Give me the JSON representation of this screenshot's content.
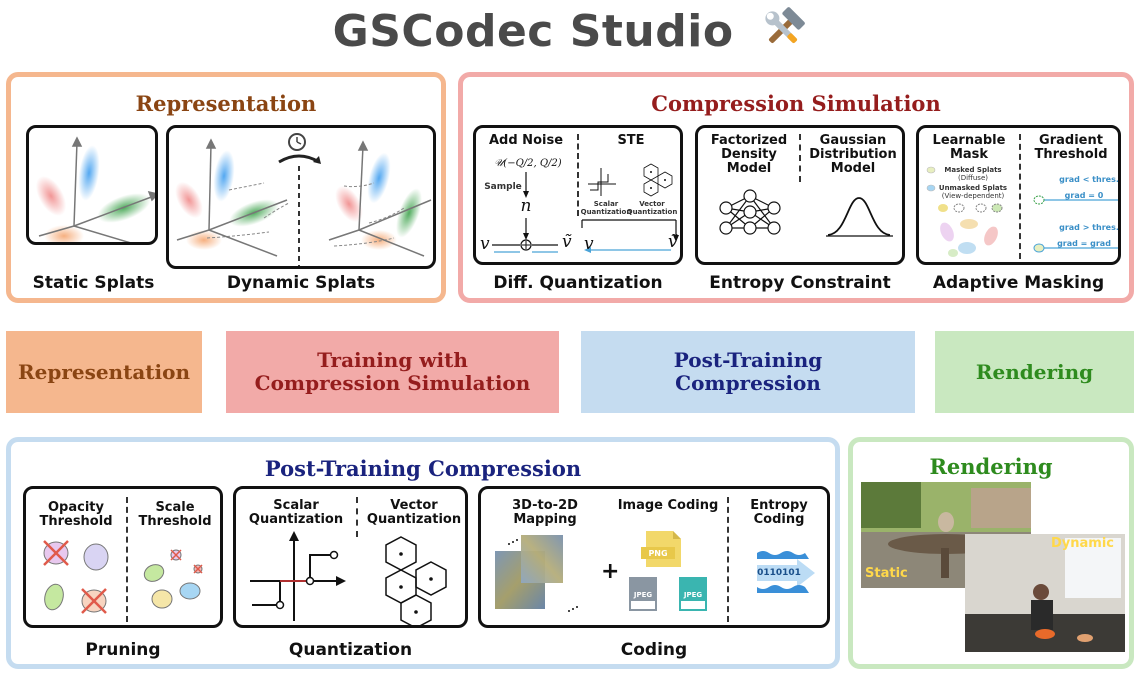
{
  "title": "GSCodec Studio",
  "title_icon": "hammer-wrench-icon",
  "colors": {
    "representation": "#f5b78e",
    "representation_text": "#8a4513",
    "compression": "#f2aaa8",
    "compression_text": "#951d1d",
    "posttraining": "#c5dcf0",
    "posttraining_text": "#1a237e",
    "rendering": "#c9e8c0",
    "rendering_text": "#2e8b1e"
  },
  "representation": {
    "title": "Representation",
    "static_caption": "Static Splats",
    "dynamic_caption": "Dynamic Splats"
  },
  "compression": {
    "title": "Compression Simulation",
    "diff_quant": {
      "add_noise": "Add Noise",
      "formula": "𝒰(−Q/2, Q/2)",
      "sample": "Sample",
      "n": "n",
      "ste": "STE",
      "scalar_q": "Scalar Quantization",
      "vector_q": "Vector Quantization",
      "caption": "Diff. Quantization"
    },
    "entropy": {
      "factorized": "Factorized Density Model",
      "gaussian": "Gaussian Distribution Model",
      "caption": "Entropy Constraint"
    },
    "masking": {
      "learnable": "Learnable Mask",
      "gradient": "Gradient Threshold",
      "masked": "Masked Splats",
      "masked_sub": "(Diffuse)",
      "unmasked": "Unmasked Splats",
      "unmasked_sub": "(View-dependent)",
      "grad_lt": "grad < thres.",
      "grad_zero": "grad = 0",
      "grad_gt": "grad > thres.",
      "grad_keep": "grad = grad",
      "caption": "Adaptive Masking"
    }
  },
  "stages": {
    "representation": "Representation",
    "training": "Training with Compression Simulation",
    "posttraining": "Post-Training Compression",
    "rendering": "Rendering"
  },
  "posttraining": {
    "title": "Post-Training Compression",
    "pruning": {
      "opacity": "Opacity Threshold",
      "scale": "Scale Threshold",
      "caption": "Pruning"
    },
    "quantization": {
      "scalar": "Scalar Quantization",
      "vector": "Vector Quantization",
      "caption": "Quantization"
    },
    "coding": {
      "mapping": "3D-to-2D Mapping",
      "image": "Image Coding",
      "entropy": "Entropy Coding",
      "plus": "+",
      "png": "PNG",
      "jpeg": "JPEG",
      "bits": "0110101",
      "caption": "Coding"
    }
  },
  "rendering": {
    "title": "Rendering",
    "static_label": "Static",
    "dynamic_label": "Dynamic"
  }
}
